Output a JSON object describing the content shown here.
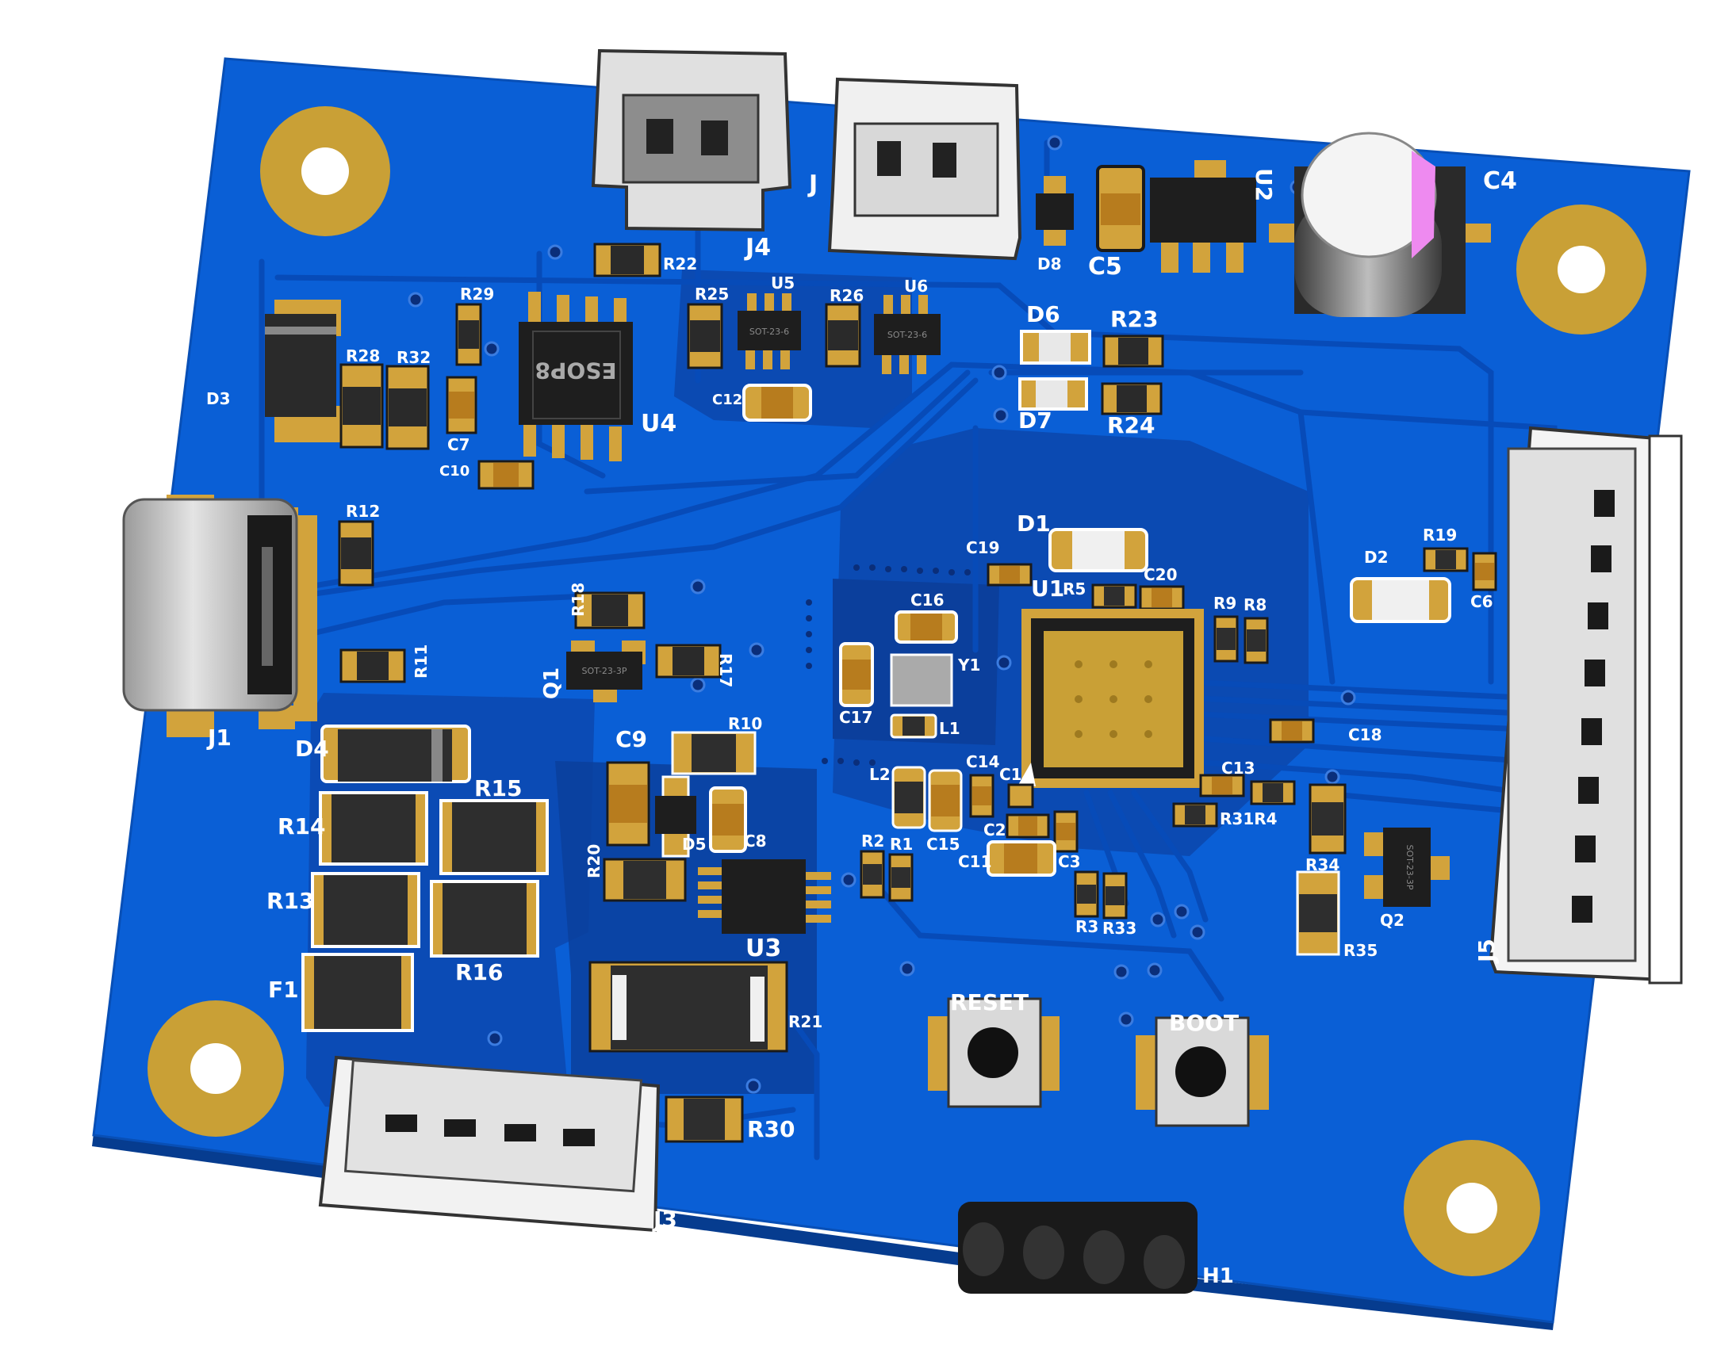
{
  "colors": {
    "board": "#0a5fd6",
    "board_dark": "#0a4bb8",
    "pour": "#0b3f9c",
    "trace": "#0856c4",
    "pad": "#d2a33c",
    "hole_ring": "#c9a036",
    "chip": "#1e1e1e",
    "connector": "#f2f2f2",
    "cap_pink": "#ee8af0"
  },
  "designators": {
    "J1": "J1",
    "J3": "J3",
    "J4": "J4",
    "J5": "J5",
    "J": "J",
    "H1": "H1",
    "U1": "U1",
    "U2": "U2",
    "U3": "U3",
    "U4": "U4",
    "U5": "U5",
    "U6": "U6",
    "Q1": "Q1",
    "Q2": "Q2",
    "Y1": "Y1",
    "F1": "F1",
    "D1": "D1",
    "D2": "D2",
    "D3": "D3",
    "D4": "D4",
    "D5": "D5",
    "D6": "D6",
    "D7": "D7",
    "D8": "D8",
    "C1": "C1",
    "C2": "C2",
    "C3": "C3",
    "C4": "C4",
    "C5": "C5",
    "C6": "C6",
    "C7": "C7",
    "C9": "C9",
    "C10": "C10",
    "C11": "C11",
    "C12": "C12",
    "C13": "C13",
    "C14": "C14",
    "C15": "C15",
    "C16": "C16",
    "C17": "C17",
    "C18": "C18",
    "C19": "C19",
    "C20": "C20",
    "C8": "C8",
    "L1": "L1",
    "L2": "L2",
    "R1": "R1",
    "R2": "R2",
    "R3": "R3",
    "R5": "R5",
    "R8": "R8",
    "R9": "R9",
    "R10": "R10",
    "R11": "R11",
    "R12": "R12",
    "R13": "R13",
    "R14": "R14",
    "R15": "R15",
    "R16": "R16",
    "R17": "R17",
    "R18": "R18",
    "R19": "R19",
    "R20": "R20",
    "R21": "R21",
    "R22": "R22",
    "R23": "R23",
    "R24": "R24",
    "R25": "R25",
    "R26": "R26",
    "R28": "R28",
    "R29": "R29",
    "R30": "R30",
    "R31R4": "R31R4",
    "R32": "R32",
    "R33": "R33",
    "R34": "R34",
    "R35": "R35"
  },
  "silkscreen": {
    "esop8": "ESOP8",
    "reset": "RESET",
    "boot": "BOOT",
    "sot23_6": "SOT-23-6",
    "sot23_3p": "SOT-23-3P"
  }
}
